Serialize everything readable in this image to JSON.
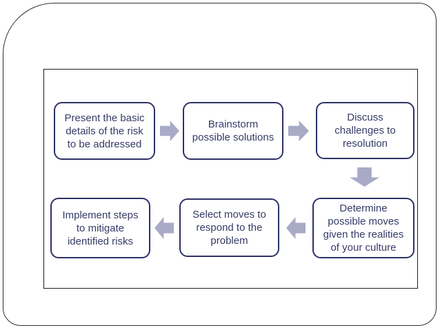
{
  "colors": {
    "background": "#ffffff",
    "frame_border": "#2e2e2e",
    "panel_border": "#1c1c1c",
    "box_border": "#2d3166",
    "box_fill": "#ffffff",
    "text": "#363b66",
    "arrow": "#a8aac6"
  },
  "flowchart": {
    "boxes": [
      {
        "id": "present-risk",
        "label": "Present the basic\ndetails of the risk\nto be addressed"
      },
      {
        "id": "brainstorm",
        "label": "Brainstorm\npossible solutions"
      },
      {
        "id": "discuss",
        "label": "Discuss\nchallenges to\nresolution"
      },
      {
        "id": "determine",
        "label": "Determine\npossible moves\ngiven the realities\nof your culture"
      },
      {
        "id": "select",
        "label": "Select moves to\nrespond to the\nproblem"
      },
      {
        "id": "implement",
        "label": "Implement steps\nto mitigate\nidentified risks"
      }
    ],
    "arrows": [
      {
        "id": "arrow-1",
        "direction": "right",
        "from": "present-risk",
        "to": "brainstorm"
      },
      {
        "id": "arrow-2",
        "direction": "right",
        "from": "brainstorm",
        "to": "discuss"
      },
      {
        "id": "arrow-3",
        "direction": "down",
        "from": "discuss",
        "to": "determine"
      },
      {
        "id": "arrow-4",
        "direction": "left",
        "from": "determine",
        "to": "select"
      },
      {
        "id": "arrow-5",
        "direction": "left",
        "from": "select",
        "to": "implement"
      }
    ]
  }
}
